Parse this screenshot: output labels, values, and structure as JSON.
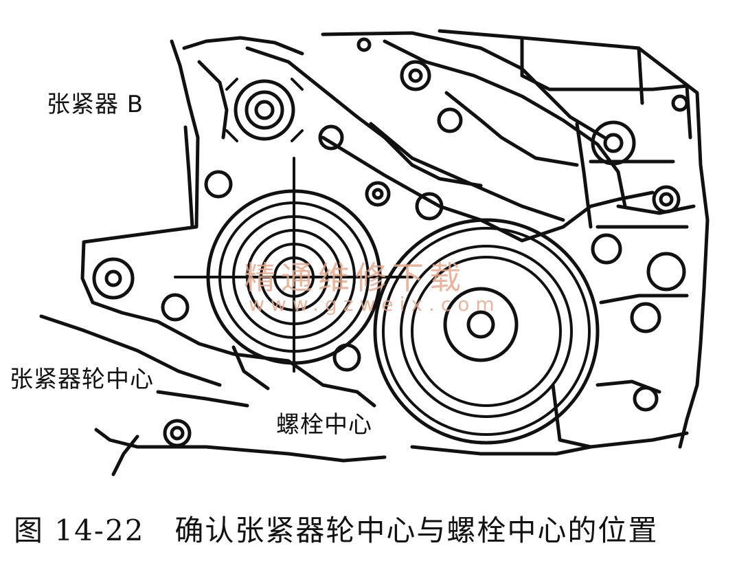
{
  "labels": {
    "tensioner_b": "张紧器 B",
    "tensioner_pulley_center": "张紧器轮中心",
    "bolt_center": "螺栓中心"
  },
  "watermark": {
    "line1": "精通维修下载",
    "line2": "www.gzweix.com"
  },
  "caption": "图 14-22　确认张紧器轮中心与螺栓中心的位置",
  "colors": {
    "ink": "#111111",
    "watermark": "#e7a98b",
    "background": "#ffffff"
  }
}
